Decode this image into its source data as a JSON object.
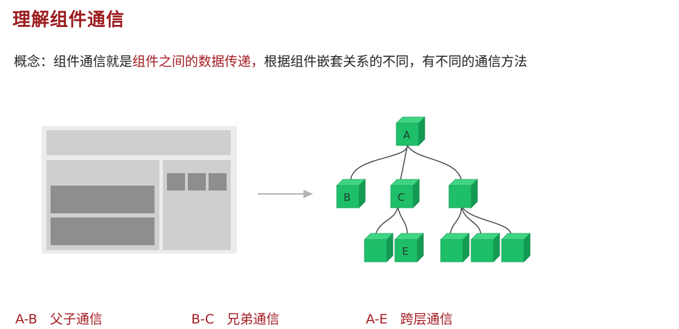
{
  "title": "理解组件通信",
  "concept": {
    "prefix": "概念：组件通信就是",
    "highlight": "组件之间的数据传递，",
    "suffix": "根据组件嵌套关系的不同，有不同的通信方法"
  },
  "tree": {
    "nodes": {
      "a": "A",
      "b": "B",
      "c": "C",
      "d": "",
      "c_child_1": "",
      "e": "E",
      "d_child_1": "",
      "d_child_2": "",
      "d_child_3": ""
    },
    "cube_color": "#1fbf6a"
  },
  "footer": [
    {
      "code": "A-B",
      "label": "父子通信"
    },
    {
      "code": "B-C",
      "label": "兄弟通信"
    },
    {
      "code": "A-E",
      "label": "跨层通信"
    }
  ]
}
